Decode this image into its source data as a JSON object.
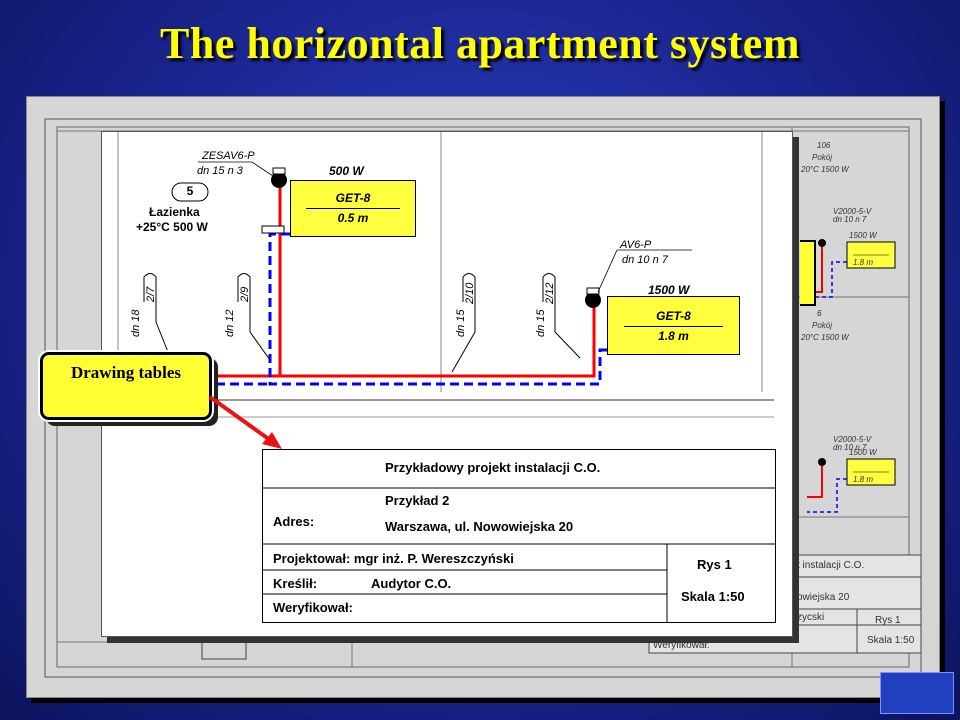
{
  "slide": {
    "title": "The horizontal apartment system"
  },
  "callout": {
    "label": "Drawing tables"
  },
  "drawing": {
    "valve1": {
      "name": "ZESAV6-P",
      "spec": "dn 15  n 3"
    },
    "valve2": {
      "name": "AV6-P",
      "spec": "dn 10  n 7"
    },
    "radiator1": {
      "power": "500 W",
      "type": "GET-8",
      "length": "0.5 m"
    },
    "radiator2": {
      "power": "1500 W",
      "type": "GET-8",
      "length": "1.8 m"
    },
    "room": {
      "number": "5",
      "name": "Łazienka",
      "temp": "+25°C 500 W"
    },
    "pipes": [
      {
        "id": "2/7",
        "dn": "dn 18"
      },
      {
        "id": "2/9",
        "dn": "dn 12"
      },
      {
        "id": "2/10",
        "dn": "dn 15"
      },
      {
        "id": "2/12",
        "dn": "dn 15"
      }
    ]
  },
  "background_sheet": {
    "room_upper": {
      "number": "106",
      "name": "Pokój",
      "temp": "20°C 1500 W"
    },
    "room_lower": {
      "number": "6",
      "name": "Pokój",
      "temp": "20°C 1500 W"
    },
    "valve_upper": {
      "name": "V2000-5-V",
      "spec": "dn 10  n 7"
    },
    "valve_lower": {
      "name": "V2000-5-V",
      "spec": "dn 10  n 7"
    },
    "rad_upper": {
      "power": "1500 W",
      "length": "1.8 m"
    },
    "rad_lower": {
      "power": "1500 W",
      "length": "1.8 m"
    },
    "titleblock": {
      "project": "t instalacji C.O.",
      "address": "owiejska 20",
      "designer": "zycski",
      "verified": "Weryfikował:",
      "drawing": "Rys 1",
      "scale": "Skala 1:50"
    }
  },
  "title_block": {
    "project": "Przykładowy projekt instalacji C.O.",
    "address_label": "Adres:",
    "example": "Przykład 2",
    "address": "Warszawa, ul. Nowowiejska 20",
    "designer": "Projektował: mgr inż. P. Wereszczyński",
    "drafter_label": "Kreślił:",
    "drafter": "Audytor C.O.",
    "verifier_label": "Weryfikował:",
    "drawing_no": "Rys 1",
    "scale": "Skala 1:50"
  },
  "colors": {
    "supply": "#ff0000",
    "return": "#0000ff",
    "radiator": "#ffff40",
    "title": "#ffff00"
  }
}
